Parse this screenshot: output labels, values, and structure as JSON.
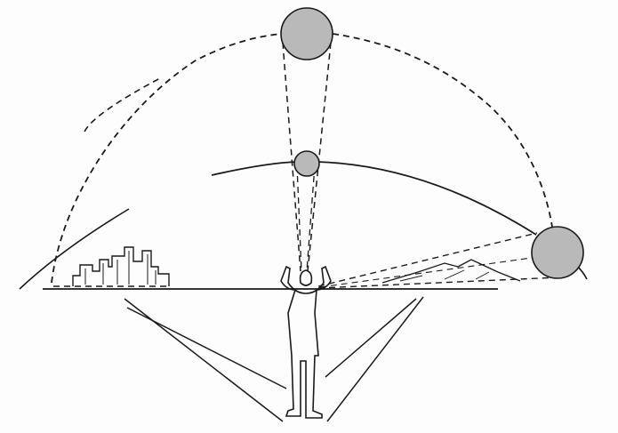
{
  "figure": {
    "text_labels": [],
    "colors": {
      "ink": "#1a1a1a",
      "moon_fill": "#b9b9b9",
      "paper": "#fdfdfd"
    },
    "moons": [
      {
        "position": "zenith",
        "perceived": true
      },
      {
        "position": "zenith",
        "perceived": false
      },
      {
        "position": "horizon",
        "perceived": false
      }
    ]
  }
}
